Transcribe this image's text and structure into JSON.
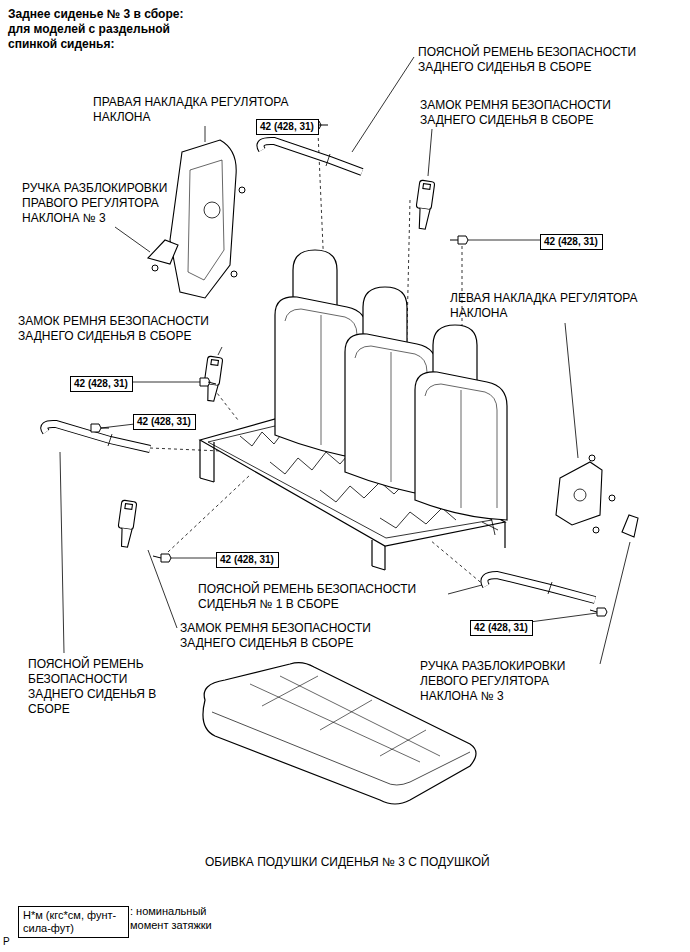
{
  "diagram": {
    "title": "Заднее сиденье № 3 в сборе: для моделей с раздельной спинкой сиденья:",
    "nodes": [
      {
        "text": [
          "42 (428, 31)"
        ]
      },
      {
        "text": [
          "42 (428, 31)"
        ]
      },
      {
        "text": [
          "42 (428, 31)"
        ]
      },
      {
        "text": [
          "42 (428, 31)"
        ]
      },
      {
        "text": [
          "42 (428, 31)"
        ]
      },
      {
        "text": [
          "42 (428, 31)"
        ]
      },
      {
        "text": [
          "Н*м (кгс*см, фунт-сила-фут)"
        ]
      }
    ],
    "labels": [
      "ПОЯСНОЙ РЕМЕНЬ БЕЗОПАСНОСТИ ЗАДНЕГО СИДЕНЬЯ В СБОРЕ",
      "ПРАВАЯ НАКЛАДКА РЕГУЛЯТОРА НАКЛОНА",
      "ЗАМОК РЕМНЯ БЕЗОПАСНОСТИ ЗАДНЕГО СИДЕНЬЯ В СБОРЕ",
      "РУЧКА РАЗБЛОКИРОВКИ ПРАВОГО РЕГУЛЯТОРА НАКЛОНА № 3",
      "ЛЕВАЯ НАКЛАДКА РЕГУЛЯТОРА НАКЛОНА",
      "ЗАМОК РЕМНЯ БЕЗОПАСНОСТИ ЗАДНЕГО СИДЕНЬЯ В СБОРЕ",
      "ПОЯСНОЙ РЕМЕНЬ БЕЗОПАСНОСТИ СИДЕНЬЯ № 1 В СБОРЕ",
      "ЗАМОК РЕМНЯ БЕЗОПАСНОСТИ ЗАДНЕГО СИДЕНЬЯ В СБОРЕ",
      "ПОЯСНОЙ РЕМЕНЬ БЕЗОПАСНОСТИ ЗАДНЕГО СИДЕНЬЯ В СБОРЕ",
      "РУЧКА РАЗБЛОКИРОВКИ ЛЕВОГО РЕГУЛЯТОРА НАКЛОНА № 3",
      "ОБИВКА ПОДУШКИ СИДЕНЬЯ № 3 С ПОДУШКОЙ",
      ": номинальный момент затяжки",
      "P"
    ]
  }
}
